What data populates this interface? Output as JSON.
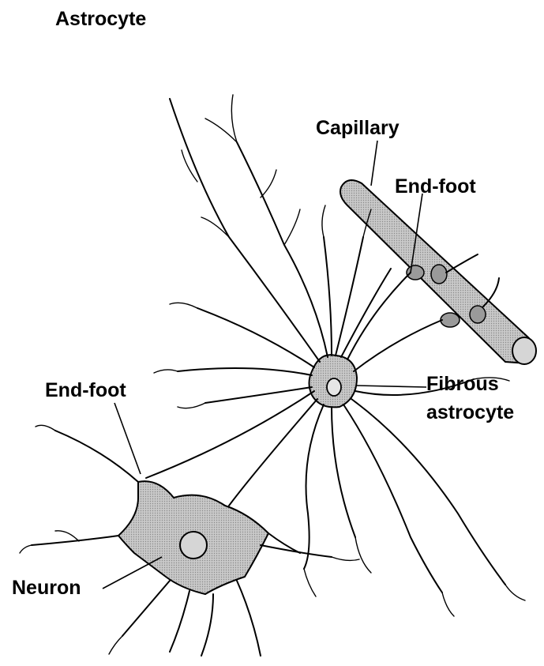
{
  "title": "Astrocyte",
  "labels": {
    "capillary": "Capillary",
    "end_foot_top": "End-foot",
    "end_foot_left": "End-foot",
    "fibrous_line1": "Fibrous",
    "fibrous_line2": "astrocyte",
    "neuron": "Neuron"
  },
  "colors": {
    "ink": "#000000",
    "shade": "#b9b9b9",
    "light_shade": "#d6d6d6",
    "background": "#ffffff"
  }
}
